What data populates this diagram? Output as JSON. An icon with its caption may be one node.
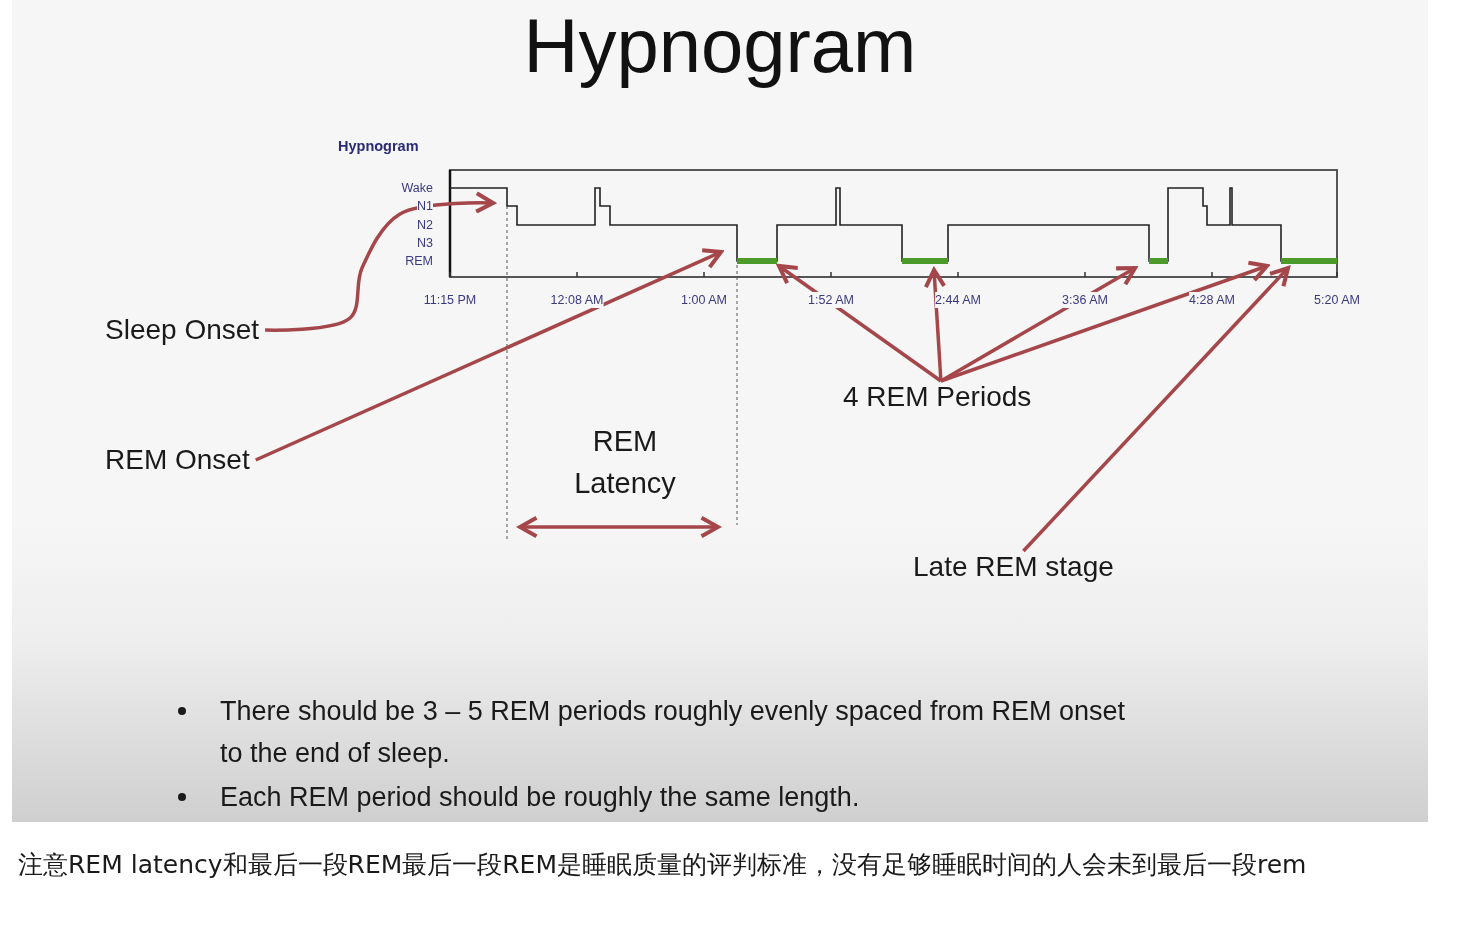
{
  "diagram": {
    "title": "Hypnogram",
    "caption": "注意REM latency和最后一段REM最后一段REM是睡眠质量的评判标准，没有足够睡眠时间的人会未到最后一段rem",
    "nodes": [
      {
        "text": [
          "Sleep Onset"
        ]
      },
      {
        "text": [
          "REM Onset"
        ]
      },
      {
        "text": [
          "4 REM Periods"
        ]
      },
      {
        "text": [
          "Late REM stage"
        ]
      },
      {
        "text": [],
        "shape": "bar"
      },
      {
        "text": [],
        "shape": "bar"
      },
      {
        "text": [],
        "shape": "bar"
      },
      {
        "text": [],
        "shape": "bar"
      }
    ],
    "edges": [
      {
        "from": 0,
        "to": null,
        "arrow": "to"
      },
      {
        "from": 1,
        "to": 4,
        "arrow": "to"
      },
      {
        "from": 2,
        "to": 4,
        "arrow": "to"
      },
      {
        "from": 2,
        "to": 5,
        "arrow": "to"
      },
      {
        "from": 2,
        "to": 6,
        "arrow": "to"
      },
      {
        "from": 2,
        "to": 7,
        "arrow": "to"
      },
      {
        "from": 3,
        "to": 7,
        "arrow": "to"
      }
    ],
    "labels": [
      "Hypnogram",
      "Wake",
      "N1",
      "N2",
      "N3",
      "REM",
      "11:15 PM",
      "12:08 AM",
      "1:00 AM",
      "1:52 AM",
      "2:44 AM",
      "3:36 AM",
      "4:28 AM",
      "5:20 AM",
      "REM Latency",
      "There should be 3 – 5 REM periods roughly evenly spaced from REM onset to the end of sleep.",
      "Each REM period should be roughly the same length."
    ]
  }
}
